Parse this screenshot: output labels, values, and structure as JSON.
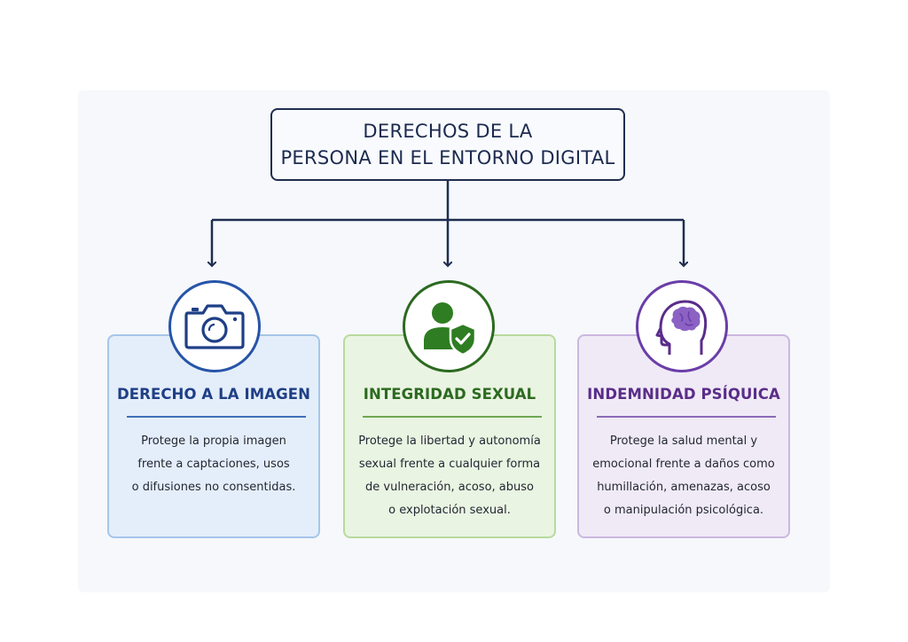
{
  "root": {
    "line1": "DERECHOS DE LA",
    "line2": "PERSONA EN EL ENTORNO DIGITAL"
  },
  "cards": [
    {
      "title": "DERECHO A LA IMAGEN",
      "icon": "camera-icon",
      "color": "#2754a8",
      "lines": [
        "Protege la propia imagen",
        "frente a captaciones, usos",
        "o difusiones no consentidas."
      ]
    },
    {
      "title": "INTEGRIDAD SEXUAL",
      "icon": "person-shield-icon",
      "color": "#2c6a20",
      "lines": [
        "Protege la libertad y autonomía",
        "sexual frente a cualquier forma",
        "de vulneración, acoso, abuso",
        "o explotación sexual."
      ]
    },
    {
      "title": "INDEMNIDAD PSÍQUICA",
      "icon": "head-brain-icon",
      "color": "#6a3ea8",
      "lines": [
        "Protege la salud mental y",
        "emocional frente a daños como",
        "humillación, amenazas, acoso",
        "o manipulación psicológica."
      ]
    }
  ]
}
